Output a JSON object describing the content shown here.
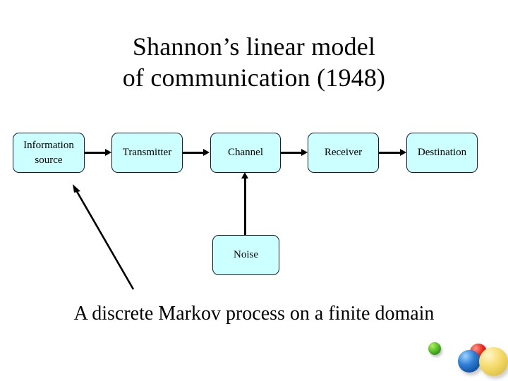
{
  "slide": {
    "title_line1": "Shannon’s linear model",
    "title_line2": "of communication (1948)",
    "caption": "A discrete Markov process on a finite domain",
    "background_color": "#ffffff",
    "text_color": "#000000"
  },
  "diagram": {
    "node_fill_color": "#ccffff",
    "node_border_color": "#1a1a2e",
    "connector_color": "#000000",
    "nodes": [
      {
        "id": "information-source",
        "label": "Information\nsource",
        "label_line1": "Information",
        "label_line2": "source"
      },
      {
        "id": "transmitter",
        "label": "Transmitter"
      },
      {
        "id": "channel",
        "label": "Channel"
      },
      {
        "id": "receiver",
        "label": "Receiver"
      },
      {
        "id": "destination",
        "label": "Destination"
      },
      {
        "id": "noise",
        "label": "Noise"
      }
    ],
    "connectors": [
      {
        "from": "information-source",
        "to": "transmitter",
        "direction": "right"
      },
      {
        "from": "transmitter",
        "to": "channel",
        "direction": "right"
      },
      {
        "from": "channel",
        "to": "receiver",
        "direction": "right"
      },
      {
        "from": "receiver",
        "to": "destination",
        "direction": "right"
      },
      {
        "from": "noise",
        "to": "channel",
        "direction": "up"
      },
      {
        "from": "feedback-origin",
        "to": "information-source",
        "direction": "diagonal-up-left"
      }
    ]
  },
  "decoration": {
    "spheres": [
      {
        "name": "green-sphere",
        "color": "#64c832"
      },
      {
        "name": "red-sphere",
        "color": "#ee2a1c"
      },
      {
        "name": "blue-sphere",
        "color": "#2f7fd6"
      },
      {
        "name": "yellow-sphere",
        "color": "#f5dc6e"
      }
    ]
  }
}
